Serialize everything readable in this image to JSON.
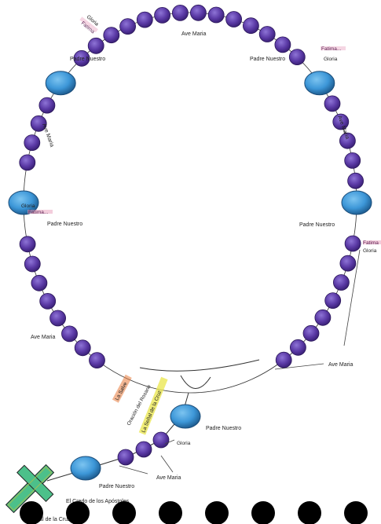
{
  "labels": {
    "ave_maria": "Ave Maria",
    "padre_nuestro": "Padre Nuestro",
    "gloria": "Gloria",
    "fatima": "Fatima",
    "fatima_short": "Fatima...",
    "la_salve": "La Salve",
    "oracion_rosario": "Oración del Rosario",
    "senal_cruz": "La Señal de la Cruz",
    "credo": "El Credo de los Apóstoles",
    "senal_cruz_bottom": "La Señal de la Cruz"
  },
  "colors": {
    "bead": "#5b3aa6",
    "bead_dark": "#3b2178",
    "large_bead": "#3d97d8",
    "large_bead_dark": "#1f5f93",
    "cross": "#4cc08a",
    "highlight_pink": "#e9a4c0",
    "highlight_orange": "#e87a3a",
    "highlight_yellow": "#e9e64a",
    "dot": "#000000"
  },
  "dots_count": 8
}
